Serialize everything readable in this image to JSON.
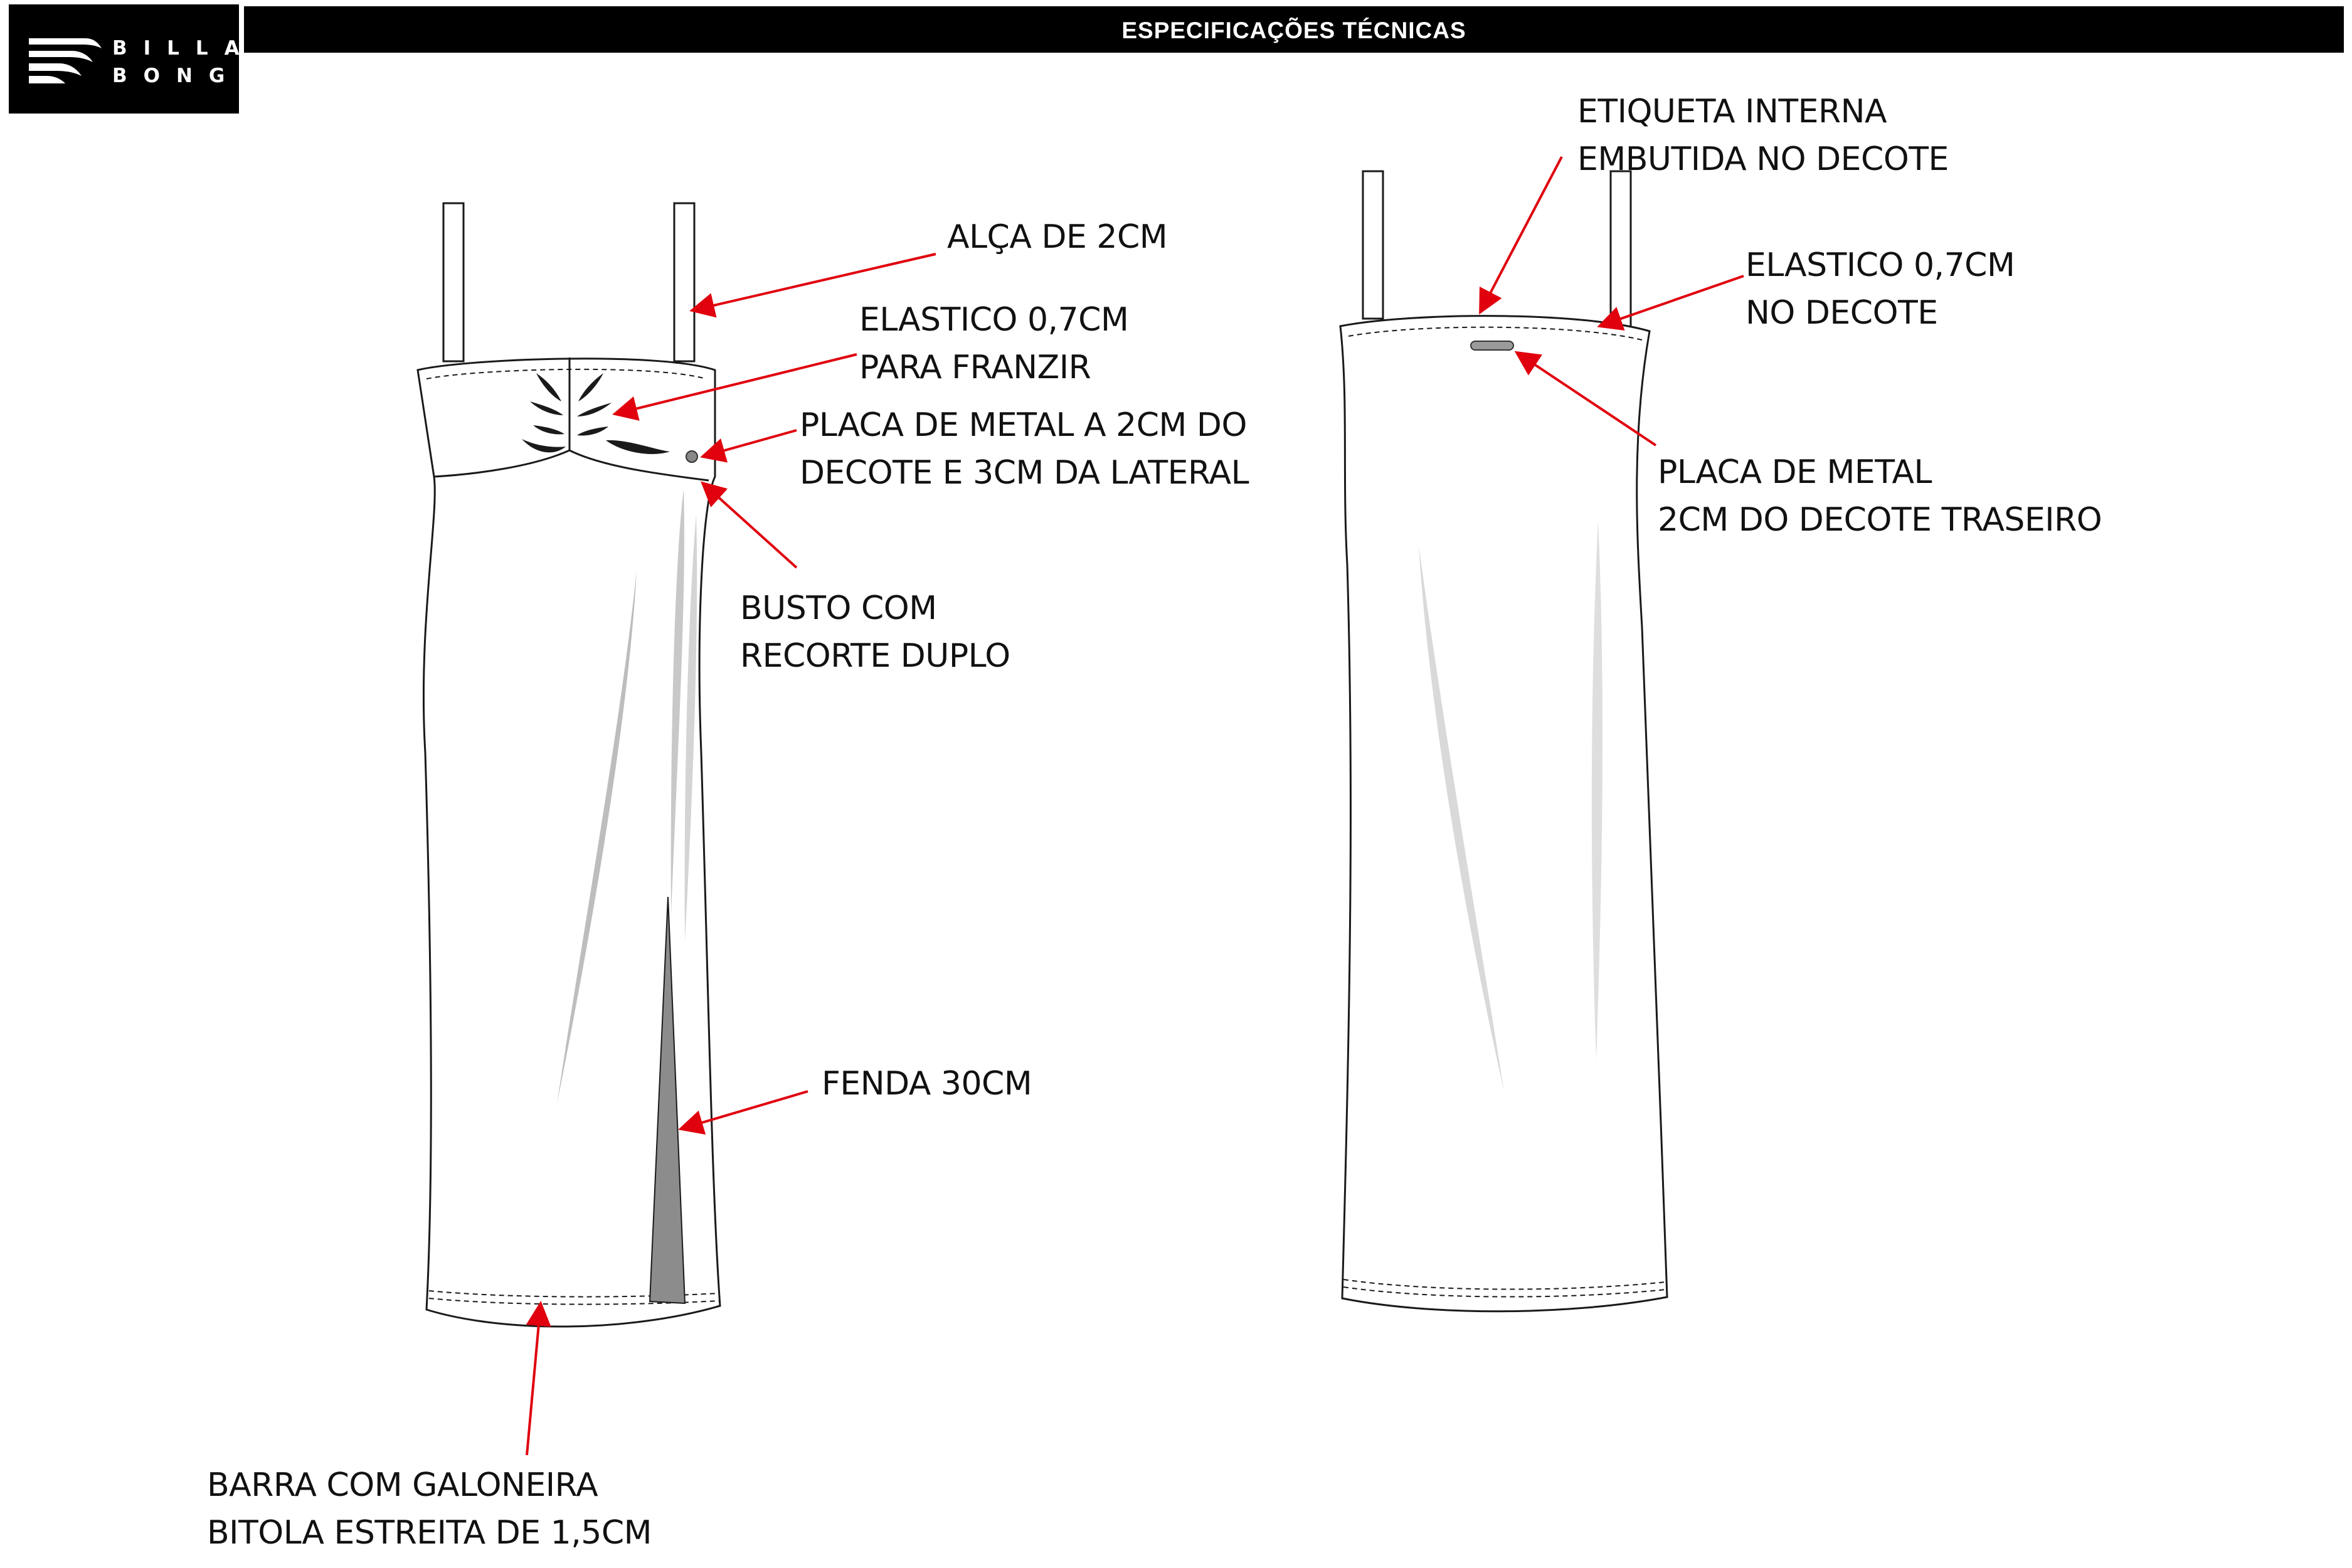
{
  "brand": {
    "line1": "BILLA",
    "line2": "BONG"
  },
  "header": {
    "title": "ESPECIFICAÇÕES TÉCNICAS"
  },
  "front_callouts": {
    "strap": "ALÇA DE 2CM",
    "elastic_line1": "ELASTICO 0,7CM",
    "elastic_line2": "PARA FRANZIR",
    "plate_line1": "PLACA DE METAL A 2CM DO",
    "plate_line2": "DECOTE E 3CM DA LATERAL",
    "bust_line1": "BUSTO COM",
    "bust_line2": "RECORTE DUPLO",
    "slit": "FENDA 30CM",
    "hem_line1": "BARRA COM GALONEIRA",
    "hem_line2": "BITOLA ESTREITA DE 1,5CM"
  },
  "back_callouts": {
    "label_line1": "ETIQUETA INTERNA",
    "label_line2": "EMBUTIDA NO DECOTE",
    "elastic_line1": "ELASTICO 0,7CM",
    "elastic_line2": "NO DECOTE",
    "plate_line1": "PLACA DE METAL",
    "plate_line2": "2CM DO DECOTE TRASEIRO"
  },
  "colors": {
    "arrow": "#e0000e",
    "outline": "#1a1a1a",
    "slit_fill": "#8c8c8c",
    "shadow": "#c8c8c8"
  }
}
